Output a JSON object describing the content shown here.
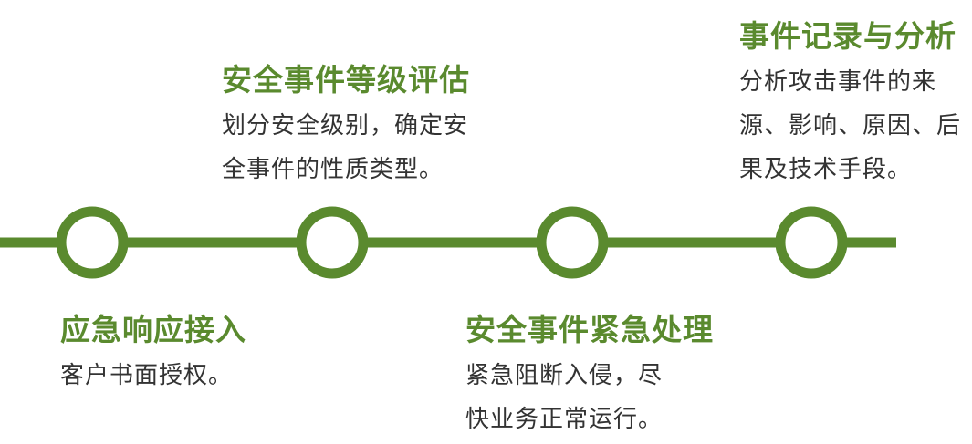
{
  "colors": {
    "accent": "#5a8a2e",
    "text": "#333333",
    "background": "#ffffff"
  },
  "steps": [
    {
      "title": "应急响应接入",
      "desc": [
        "客户书面授权。"
      ]
    },
    {
      "title": "安全事件等级评估",
      "desc": [
        "划分安全级别，确定安",
        "全事件的性质类型。"
      ]
    },
    {
      "title": "安全事件紧急处理",
      "desc": [
        "紧急阻断入侵，尽",
        "快业务正常运行。"
      ]
    },
    {
      "title": "事件记录与分析",
      "desc": [
        "分析攻击事件的来",
        "源、影响、原因、后",
        "果及技术手段。"
      ]
    }
  ]
}
